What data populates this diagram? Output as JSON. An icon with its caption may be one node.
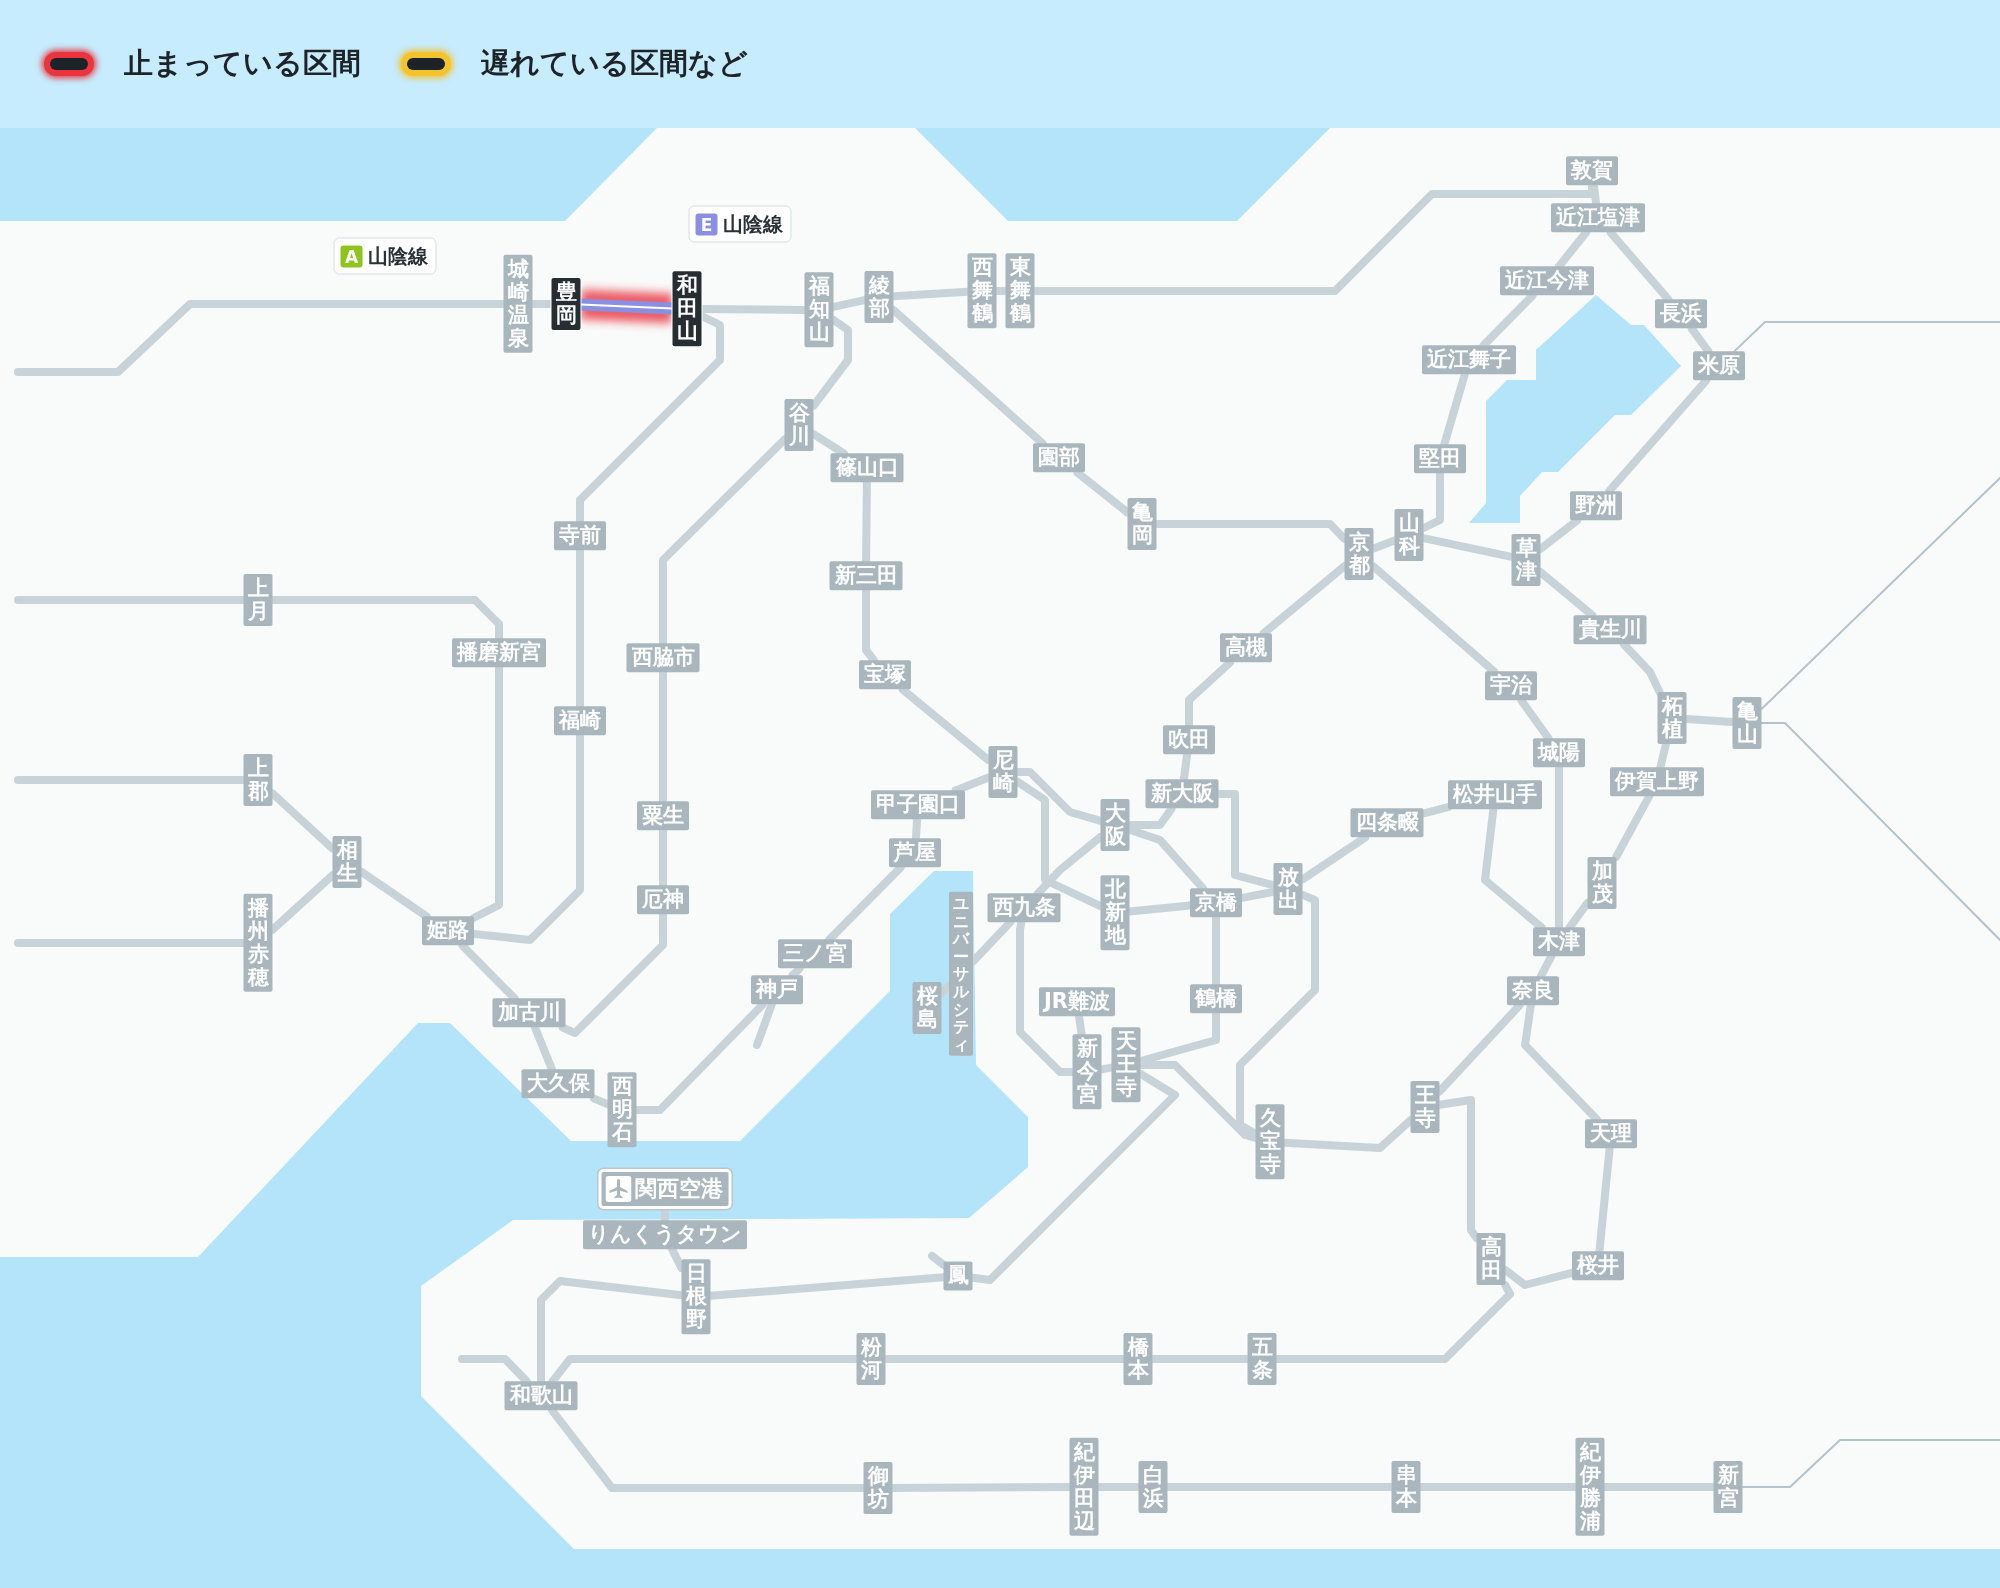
{
  "diagram": {
    "nodes": [
      {
        "text": [
          "A",
          "山陰線"
        ]
      },
      {
        "text": [
          "E",
          "山陰線"
        ]
      },
      {
        "text": [
          "敦賀"
        ]
      },
      {
        "text": [
          "近江塩津"
        ]
      },
      {
        "text": [
          "近江今津"
        ]
      },
      {
        "text": [
          "城崎温泉"
        ]
      },
      {
        "text": [
          "豊岡"
        ]
      },
      {
        "text": [
          "和田山"
        ]
      },
      {
        "text": [
          "福知山"
        ]
      },
      {
        "text": [
          "綾部"
        ]
      },
      {
        "text": [
          "西舞鶴"
        ]
      },
      {
        "text": [
          "東舞鶴"
        ]
      },
      {
        "text": [
          "長浜"
        ]
      },
      {
        "text": [
          "近江舞子"
        ]
      },
      {
        "text": [
          "米原"
        ]
      },
      {
        "text": [
          "谷川"
        ]
      },
      {
        "text": [
          "園部"
        ]
      },
      {
        "text": [
          "堅田"
        ]
      },
      {
        "text": [
          "篠山口"
        ]
      },
      {
        "text": [
          "野洲"
        ]
      },
      {
        "text": [
          "亀岡"
        ]
      },
      {
        "text": [
          "寺前"
        ]
      },
      {
        "text": [
          "山科"
        ]
      },
      {
        "text": [
          "京都"
        ]
      },
      {
        "text": [
          "草津"
        ]
      },
      {
        "text": [
          "新三田"
        ]
      },
      {
        "text": [
          "上月"
        ]
      },
      {
        "text": [
          "貴生川"
        ]
      },
      {
        "text": [
          "高槻"
        ]
      },
      {
        "text": [
          "播磨新宮"
        ]
      },
      {
        "text": [
          "西脇市"
        ]
      },
      {
        "text": [
          "宝塚"
        ]
      },
      {
        "text": [
          "宇治"
        ]
      },
      {
        "text": [
          "柘植"
        ]
      },
      {
        "text": [
          "亀山"
        ]
      },
      {
        "text": [
          "福崎"
        ]
      },
      {
        "text": [
          "吹田"
        ]
      },
      {
        "text": [
          "城陽"
        ]
      },
      {
        "text": [
          "尼崎"
        ]
      },
      {
        "text": [
          "上郡"
        ]
      },
      {
        "text": [
          "伊賀上野"
        ]
      },
      {
        "text": [
          "新大阪"
        ]
      },
      {
        "text": [
          "松井山手"
        ]
      },
      {
        "text": [
          "甲子園口"
        ]
      },
      {
        "text": [
          "粟生"
        ]
      },
      {
        "text": [
          "四条畷"
        ]
      },
      {
        "text": [
          "大阪"
        ]
      },
      {
        "text": [
          "芦屋"
        ]
      },
      {
        "text": [
          "相生"
        ]
      },
      {
        "text": [
          "加茂"
        ]
      },
      {
        "text": [
          "放出"
        ]
      },
      {
        "text": [
          "厄神"
        ]
      },
      {
        "text": [
          "京橋"
        ]
      },
      {
        "text": [
          "西九条"
        ]
      },
      {
        "text": [
          "北新地"
        ]
      },
      {
        "text": [
          "姫路"
        ]
      },
      {
        "text": [
          "木津"
        ]
      },
      {
        "text": [
          "播州赤穂"
        ]
      },
      {
        "text": [
          "三ノ宮"
        ]
      },
      {
        "text": [
          "ユニバーサルシティ"
        ]
      },
      {
        "text": [
          "神戸"
        ]
      },
      {
        "text": [
          "奈良"
        ]
      },
      {
        "text": [
          "鶴橋"
        ]
      },
      {
        "text": [
          "JR難波"
        ]
      },
      {
        "text": [
          "桜島"
        ]
      },
      {
        "text": [
          "加古川"
        ]
      },
      {
        "text": [
          "天王寺"
        ]
      },
      {
        "text": [
          "新今宮"
        ]
      },
      {
        "text": [
          "大久保"
        ]
      },
      {
        "text": [
          "王寺"
        ]
      },
      {
        "text": [
          "西明石"
        ]
      },
      {
        "text": [
          "天理"
        ]
      },
      {
        "text": [
          "久宝寺"
        ]
      },
      {
        "text": [
          "関西空港"
        ]
      },
      {
        "text": [
          "りんくうタウン"
        ]
      },
      {
        "text": [
          "高田"
        ]
      },
      {
        "text": [
          "桜井"
        ]
      },
      {
        "text": [
          "鳳"
        ]
      },
      {
        "text": [
          "日根野"
        ]
      },
      {
        "text": [
          "粉河"
        ]
      },
      {
        "text": [
          "橋本"
        ]
      },
      {
        "text": [
          "五条"
        ]
      },
      {
        "text": [
          "和歌山"
        ]
      },
      {
        "text": [
          "御坊"
        ]
      },
      {
        "text": [
          "紀伊田辺"
        ]
      },
      {
        "text": [
          "白浜"
        ]
      },
      {
        "text": [
          "串本"
        ]
      },
      {
        "text": [
          "紀伊勝浦"
        ]
      },
      {
        "text": [
          "新宮"
        ]
      }
    ],
    "edges": [
      {
        "from": null,
        "to": 5,
        "arrow": "none"
      },
      {
        "from": 5,
        "to": 6,
        "arrow": "none"
      },
      {
        "from": 6,
        "to": 7,
        "arrow": "none",
        "style": "thick",
        "color": "#e8363f"
      },
      {
        "from": 7,
        "to": 8,
        "arrow": "none"
      },
      {
        "from": 8,
        "to": 9,
        "arrow": "none"
      },
      {
        "from": 9,
        "to": 10,
        "arrow": "none"
      },
      {
        "from": 10,
        "to": 11,
        "arrow": "none"
      },
      {
        "from": 11,
        "to": 2,
        "arrow": "none"
      },
      {
        "from": 9,
        "to": 16,
        "arrow": "none"
      },
      {
        "from": 16,
        "to": 20,
        "arrow": "none"
      },
      {
        "from": 20,
        "to": 23,
        "arrow": "none"
      },
      {
        "from": 7,
        "to": 21,
        "arrow": "none"
      },
      {
        "from": 21,
        "to": 35,
        "arrow": "none"
      },
      {
        "from": 35,
        "to": 55,
        "arrow": "none"
      },
      {
        "from": 8,
        "to": 15,
        "arrow": "none"
      },
      {
        "from": 15,
        "to": 18,
        "arrow": "none"
      },
      {
        "from": 18,
        "to": 25,
        "arrow": "none"
      },
      {
        "from": 25,
        "to": 31,
        "arrow": "none"
      },
      {
        "from": 31,
        "to": 38,
        "arrow": "none"
      },
      {
        "from": 15,
        "to": 30,
        "arrow": "none"
      },
      {
        "from": 30,
        "to": 44,
        "arrow": "none"
      },
      {
        "from": 44,
        "to": 51,
        "arrow": "none"
      },
      {
        "from": 51,
        "to": 65,
        "arrow": "none"
      },
      {
        "from": null,
        "to": 26,
        "arrow": "none"
      },
      {
        "from": 26,
        "to": 29,
        "arrow": "none"
      },
      {
        "from": 29,
        "to": 55,
        "arrow": "none"
      },
      {
        "from": null,
        "to": 39,
        "arrow": "none"
      },
      {
        "from": 39,
        "to": 48,
        "arrow": "none"
      },
      {
        "from": 48,
        "to": 55,
        "arrow": "none"
      },
      {
        "from": null,
        "to": 57,
        "arrow": "none"
      },
      {
        "from": 57,
        "to": 48,
        "arrow": "none"
      },
      {
        "from": 55,
        "to": 65,
        "arrow": "none"
      },
      {
        "from": 65,
        "to": 68,
        "arrow": "none"
      },
      {
        "from": 68,
        "to": 70,
        "arrow": "none"
      },
      {
        "from": 70,
        "to": 60,
        "arrow": "none"
      },
      {
        "from": 60,
        "to": null,
        "arrow": "none"
      },
      {
        "from": 60,
        "to": 58,
        "arrow": "none"
      },
      {
        "from": 58,
        "to": 47,
        "arrow": "none"
      },
      {
        "from": 47,
        "to": 43,
        "arrow": "none"
      },
      {
        "from": 43,
        "to": 38,
        "arrow": "none"
      },
      {
        "from": 38,
        "to": 46,
        "arrow": "none"
      },
      {
        "from": 38,
        "to": 54,
        "arrow": "none"
      },
      {
        "from": 54,
        "to": 52,
        "arrow": "none"
      },
      {
        "from": 52,
        "to": 50,
        "arrow": "none"
      },
      {
        "from": 46,
        "to": 41,
        "arrow": "none"
      },
      {
        "from": 41,
        "to": 36,
        "arrow": "none"
      },
      {
        "from": 36,
        "to": 28,
        "arrow": "none"
      },
      {
        "from": 28,
        "to": 23,
        "arrow": "none"
      },
      {
        "from": 41,
        "to": 50,
        "arrow": "none"
      },
      {
        "from": 46,
        "to": 52,
        "arrow": "none"
      },
      {
        "from": 52,
        "to": 62,
        "arrow": "none"
      },
      {
        "from": 62,
        "to": 66,
        "arrow": "none"
      },
      {
        "from": 66,
        "to": 67,
        "arrow": "none"
      },
      {
        "from": 67,
        "to": 53,
        "arrow": "none"
      },
      {
        "from": 53,
        "to": 46,
        "arrow": "none"
      },
      {
        "from": 53,
        "to": 59,
        "arrow": "none"
      },
      {
        "from": 59,
        "to": 64,
        "arrow": "none"
      },
      {
        "from": 63,
        "to": 67,
        "arrow": "none"
      },
      {
        "from": 66,
        "to": 72,
        "arrow": "none"
      },
      {
        "from": 72,
        "to": 69,
        "arrow": "none"
      },
      {
        "from": 69,
        "to": 61,
        "arrow": "none"
      },
      {
        "from": 66,
        "to": 77,
        "arrow": "none"
      },
      {
        "from": 77,
        "to": null,
        "arrow": "none"
      },
      {
        "from": 77,
        "to": 78,
        "arrow": "none"
      },
      {
        "from": 78,
        "to": 74,
        "arrow": "none"
      },
      {
        "from": 74,
        "to": 73,
        "arrow": "none"
      },
      {
        "from": 78,
        "to": 82,
        "arrow": "none"
      },
      {
        "from": null,
        "to": 82,
        "arrow": "none"
      },
      {
        "from": 82,
        "to": 79,
        "arrow": "none"
      },
      {
        "from": 79,
        "to": 80,
        "arrow": "none"
      },
      {
        "from": 80,
        "to": 81,
        "arrow": "none"
      },
      {
        "from": 81,
        "to": 75,
        "arrow": "none"
      },
      {
        "from": 75,
        "to": 69,
        "arrow": "none"
      },
      {
        "from": 75,
        "to": 76,
        "arrow": "none"
      },
      {
        "from": 76,
        "to": 71,
        "arrow": "none"
      },
      {
        "from": 71,
        "to": 61,
        "arrow": "none"
      },
      {
        "from": 61,
        "to": 56,
        "arrow": "none"
      },
      {
        "from": 82,
        "to": 83,
        "arrow": "none"
      },
      {
        "from": 83,
        "to": 84,
        "arrow": "none"
      },
      {
        "from": 84,
        "to": 85,
        "arrow": "none"
      },
      {
        "from": 85,
        "to": 86,
        "arrow": "none"
      },
      {
        "from": 86,
        "to": 87,
        "arrow": "none"
      },
      {
        "from": 87,
        "to": 88,
        "arrow": "none"
      },
      {
        "from": 88,
        "to": null,
        "arrow": "none",
        "color": "#b4c3cc"
      },
      {
        "from": 23,
        "to": 22,
        "arrow": "none"
      },
      {
        "from": 22,
        "to": 17,
        "arrow": "none"
      },
      {
        "from": 17,
        "to": 13,
        "arrow": "none"
      },
      {
        "from": 13,
        "to": 4,
        "arrow": "none"
      },
      {
        "from": 4,
        "to": 3,
        "arrow": "none"
      },
      {
        "from": 3,
        "to": 2,
        "arrow": "none"
      },
      {
        "from": 3,
        "to": 12,
        "arrow": "none"
      },
      {
        "from": 12,
        "to": 14,
        "arrow": "none"
      },
      {
        "from": 14,
        "to": 19,
        "arrow": "none"
      },
      {
        "from": 19,
        "to": 24,
        "arrow": "none"
      },
      {
        "from": 22,
        "to": 24,
        "arrow": "none"
      },
      {
        "from": 24,
        "to": 27,
        "arrow": "none"
      },
      {
        "from": 27,
        "to": 33,
        "arrow": "none"
      },
      {
        "from": 33,
        "to": 34,
        "arrow": "none"
      },
      {
        "from": 33,
        "to": 40,
        "arrow": "none"
      },
      {
        "from": 40,
        "to": 49,
        "arrow": "none"
      },
      {
        "from": 49,
        "to": 56,
        "arrow": "none"
      },
      {
        "from": 14,
        "to": null,
        "arrow": "none",
        "color": "#b4c3cc"
      },
      {
        "from": 34,
        "to": null,
        "arrow": "none",
        "color": "#b4c3cc"
      },
      {
        "from": 34,
        "to": null,
        "arrow": "none",
        "color": "#b4c3cc"
      },
      {
        "from": 23,
        "to": 32,
        "arrow": "none"
      },
      {
        "from": 32,
        "to": 37,
        "arrow": "none"
      },
      {
        "from": 37,
        "to": 56,
        "arrow": "none"
      },
      {
        "from": 50,
        "to": 45,
        "arrow": "none"
      },
      {
        "from": 45,
        "to": 42,
        "arrow": "none"
      },
      {
        "from": 42,
        "to": 56,
        "arrow": "none"
      },
      {
        "from": 50,
        "to": 72,
        "arrow": "none"
      }
    ],
    "legend": [
      {
        "text": "止まっている区間",
        "color": "#e8363f"
      },
      {
        "text": "遅れている区間など",
        "color": "#f4c430"
      }
    ]
  }
}
